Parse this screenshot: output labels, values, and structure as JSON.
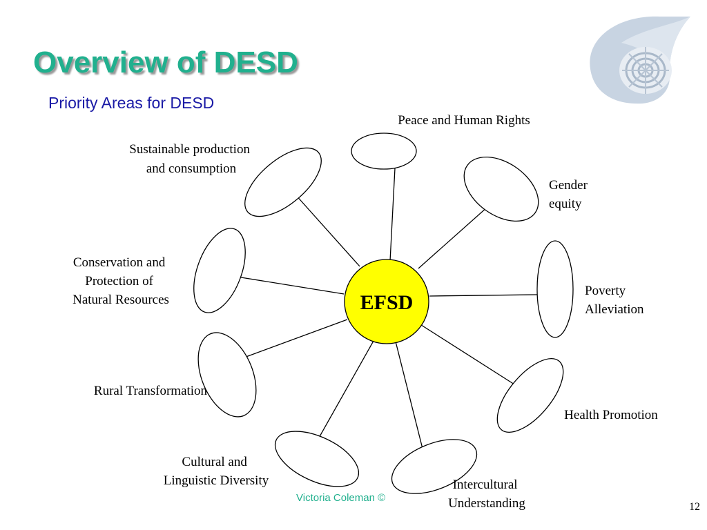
{
  "slide": {
    "title": "Overview of DESD",
    "subtitle": "Priority Areas for DESD",
    "footer": "Victoria Coleman ©",
    "page_number": "12"
  },
  "diagram": {
    "center": {
      "label": "EFSD",
      "fill": "#ffff00"
    },
    "nodes": [
      {
        "id": "peace",
        "label_lines": [
          "Peace and Human Rights"
        ]
      },
      {
        "id": "gender",
        "label_lines": [
          "Gender",
          "equity"
        ]
      },
      {
        "id": "poverty",
        "label_lines": [
          "Poverty",
          "Alleviation"
        ]
      },
      {
        "id": "health",
        "label_lines": [
          "Health Promotion"
        ]
      },
      {
        "id": "intercultural",
        "label_lines": [
          "Intercultural",
          "Understanding"
        ]
      },
      {
        "id": "cultural",
        "label_lines": [
          "Cultural and",
          "Linguistic Diversity"
        ]
      },
      {
        "id": "rural",
        "label_lines": [
          "Rural Transformation"
        ]
      },
      {
        "id": "conservation",
        "label_lines": [
          "Conservation and",
          "Protection of",
          "Natural Resources"
        ]
      },
      {
        "id": "sustainable",
        "label_lines": [
          "Sustainable production",
          "and consumption"
        ]
      }
    ]
  },
  "logo": {
    "name": "nautilus-shell-logo",
    "color": "#c5d3e2"
  }
}
